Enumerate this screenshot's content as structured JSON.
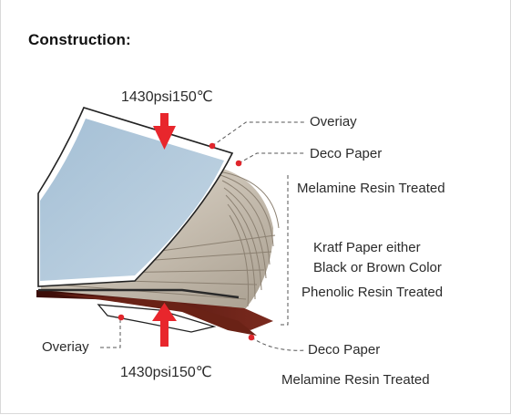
{
  "header": {
    "title": "Construction:"
  },
  "pressure": {
    "top_label": "1430psi150℃",
    "bottom_label": "1430psi150℃"
  },
  "layers": {
    "overlay_top": "Overiay",
    "deco_top": "Deco Paper",
    "melamine_top": "Melamine Resin Treated",
    "kraft_line1": "Kratf Paper either",
    "kraft_line2": "Black or Brown Color",
    "phenolic": "Phenolic Resin Treated",
    "overlay_bottom": "Overiay",
    "deco_bottom": "Deco Paper",
    "melamine_bottom": "Melamine Resin Treated"
  },
  "colors": {
    "arrow": "#e8262c",
    "marker": "#e0262c",
    "deco_blue": "#a9c4d8",
    "kraft": "#c9bfae",
    "core_dark": "#5b1a12"
  }
}
